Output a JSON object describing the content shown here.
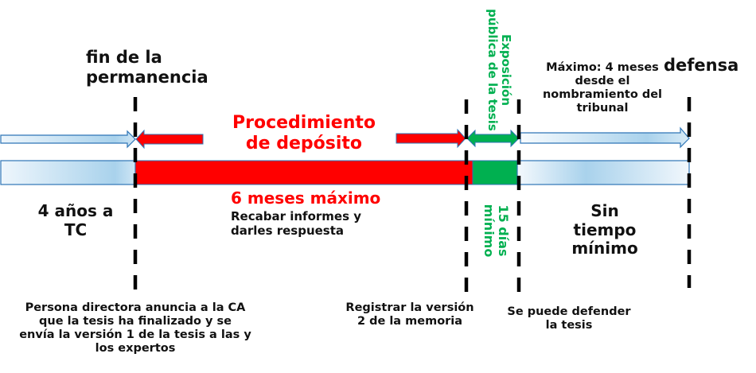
{
  "colors": {
    "red": "#ff0000",
    "green": "#00b050",
    "light_blue": "#b4d8ee",
    "outline_blue": "#2e75b6",
    "text_black": "#111111"
  },
  "milestones": {
    "fin_permanencia": {
      "title_line1": "fin de la",
      "title_line2": "permanencia"
    },
    "defensa": {
      "title": "defensa"
    }
  },
  "phases": {
    "tc": {
      "line1": "4 años a",
      "line2": "TC"
    },
    "deposito": {
      "title_line1": "Procedimiento",
      "title_line2": "de depósito",
      "duration": "6 meses máximo",
      "desc_line1": "Recabar informes y",
      "desc_line2": "darles respuesta"
    },
    "exposicion": {
      "title_line1": "Exposición",
      "title_line2": "pública de la tesis",
      "duration_line1": "15 días",
      "duration_line2": "mínimo"
    },
    "tribunal": {
      "max_line1": "Máximo: 4 meses",
      "max_line2": "desde el",
      "max_line3": "nombramiento del",
      "max_line4": "tribunal",
      "min_line1": "Sin",
      "min_line2": "tiempo",
      "min_line3": "mínimo"
    }
  },
  "events": {
    "anuncio": {
      "line1": "Persona directora anuncia  a la CA",
      "line2": "que la tesis ha finalizado y se",
      "line3": "envía la versión 1 de la tesis a las y",
      "line4": "los expertos"
    },
    "registro": {
      "line1": "Registrar la versión",
      "line2": "2 de la memoria"
    },
    "defender": {
      "line1": "Se puede defender",
      "line2": "la tesis"
    }
  }
}
